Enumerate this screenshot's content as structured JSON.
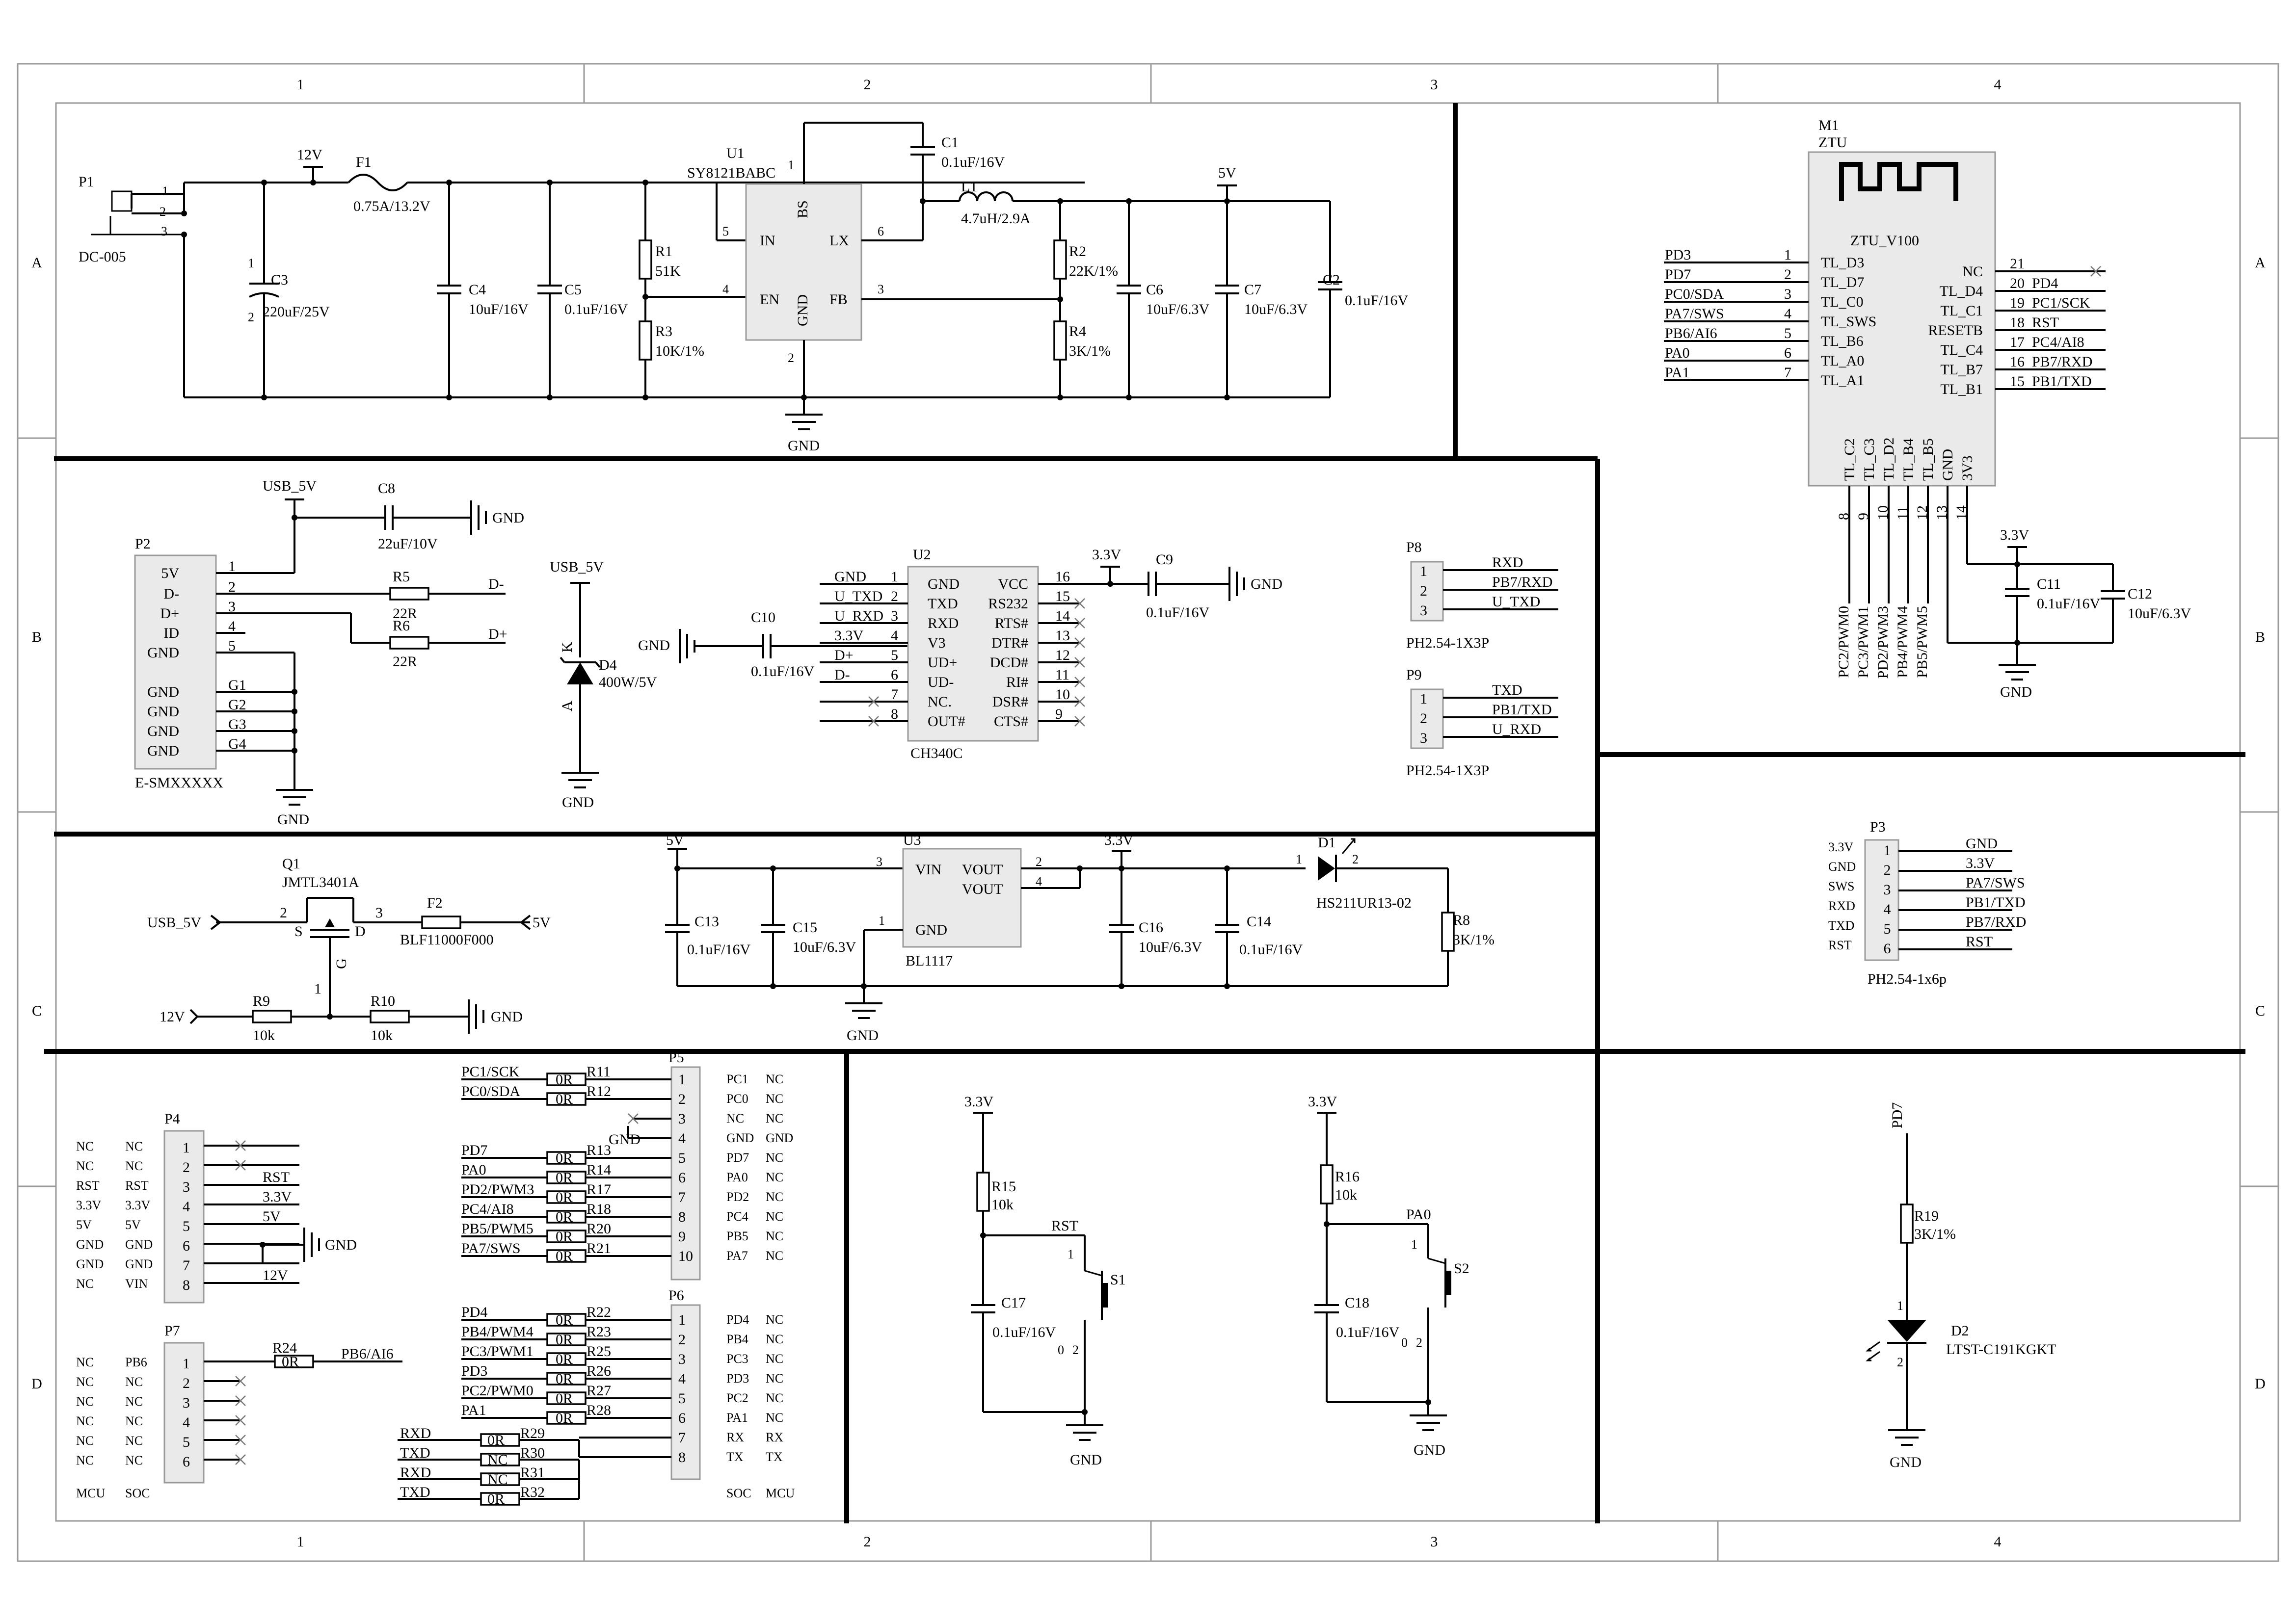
{
  "frame": {
    "columns": [
      "1",
      "2",
      "3",
      "4"
    ],
    "rows": [
      "A",
      "B",
      "C",
      "D"
    ]
  },
  "power": {
    "p1": {
      "ref": "P1",
      "name": "DC-005",
      "pins": [
        "1",
        "2",
        "3"
      ]
    },
    "net_12v": "12V",
    "f1": {
      "ref": "F1",
      "value": "0.75A/13.2V"
    },
    "c3": {
      "ref": "C3",
      "value": "220uF/25V",
      "pin1": "1",
      "pin2": "2"
    },
    "c4": {
      "ref": "C4",
      "value": "10uF/16V"
    },
    "c5": {
      "ref": "C5",
      "value": "0.1uF/16V"
    },
    "r1": {
      "ref": "R1",
      "value": "51K"
    },
    "r3": {
      "ref": "R3",
      "value": "10K/1%"
    },
    "u1": {
      "ref": "U1",
      "part": "SY8121BABC",
      "pins": {
        "in": "IN",
        "bs": "BS",
        "lx": "LX",
        "en": "EN",
        "gnd": "GND",
        "fb": "FB"
      },
      "nums": {
        "in": "5",
        "bs": "1",
        "lx": "6",
        "en": "4",
        "fb": "3",
        "gnd": "2"
      }
    },
    "c1": {
      "ref": "C1",
      "value": "0.1uF/16V"
    },
    "l1": {
      "ref": "L1",
      "value": "4.7uH/2.9A"
    },
    "r2": {
      "ref": "R2",
      "value": "22K/1%"
    },
    "r4": {
      "ref": "R4",
      "value": "3K/1%"
    },
    "c6": {
      "ref": "C6",
      "value": "10uF/6.3V"
    },
    "c7": {
      "ref": "C7",
      "value": "10uF/6.3V"
    },
    "c2": {
      "ref": "C2",
      "value": "0.1uF/16V"
    },
    "net_5v": "5V",
    "gnd": "GND"
  },
  "module": {
    "ref": "M1",
    "name": "ZTU",
    "part": "ZTU_V100",
    "left_pins": [
      {
        "net": "PD3",
        "num": "1",
        "pin": "TL_D3"
      },
      {
        "net": "PD7",
        "num": "2",
        "pin": "TL_D7"
      },
      {
        "net": "PC0/SDA",
        "num": "3",
        "pin": "TL_C0"
      },
      {
        "net": "PA7/SWS",
        "num": "4",
        "pin": "TL_SWS"
      },
      {
        "net": "PB6/AI6",
        "num": "5",
        "pin": "TL_B6"
      },
      {
        "net": "PA0",
        "num": "6",
        "pin": "TL_A0"
      },
      {
        "net": "PA1",
        "num": "7",
        "pin": "TL_A1"
      }
    ],
    "right_pins": [
      {
        "pin": "NC",
        "num": "21",
        "net": ""
      },
      {
        "pin": "TL_D4",
        "num": "20",
        "net": "PD4"
      },
      {
        "pin": "TL_C1",
        "num": "19",
        "net": "PC1/SCK"
      },
      {
        "pin": "RESETB",
        "num": "18",
        "net": "RST"
      },
      {
        "pin": "TL_C4",
        "num": "17",
        "net": "PC4/AI8"
      },
      {
        "pin": "TL_B7",
        "num": "16",
        "net": "PB7/RXD"
      },
      {
        "pin": "TL_B1",
        "num": "15",
        "net": "PB1/TXD"
      }
    ],
    "bottom_pins": [
      {
        "pin": "TL_C2",
        "num": "8",
        "net": "PC2/PWM0"
      },
      {
        "pin": "TL_C3",
        "num": "9",
        "net": "PC3/PWM1"
      },
      {
        "pin": "TL_D2",
        "num": "10",
        "net": "PD2/PWM3"
      },
      {
        "pin": "TL_B4",
        "num": "11",
        "net": "PB4/PWM4"
      },
      {
        "pin": "TL_B5",
        "num": "12",
        "net": "PB5/PWM5"
      },
      {
        "pin": "GND",
        "num": "13",
        "net": ""
      },
      {
        "pin": "3V3",
        "num": "14",
        "net": ""
      }
    ],
    "c11": {
      "ref": "C11",
      "value": "0.1uF/16V"
    },
    "c12": {
      "ref": "C12",
      "value": "10uF/6.3V"
    },
    "net_33": "3.3V",
    "gnd": "GND"
  },
  "usb": {
    "p2": {
      "ref": "P2",
      "name": "E-SMXXXXX",
      "pins": [
        "5V",
        "D-",
        "D+",
        "ID",
        "GND",
        "GND",
        "GND",
        "GND",
        "GND"
      ],
      "nums": [
        "1",
        "2",
        "3",
        "4",
        "5",
        "G1",
        "G2",
        "G3",
        "G4"
      ]
    },
    "net_usb5v": "USB_5V",
    "c8": {
      "ref": "C8",
      "value": "22uF/10V"
    },
    "r5": {
      "ref": "R5",
      "value": "22R"
    },
    "r6": {
      "ref": "R6",
      "value": "22R"
    },
    "net_dm": "D-",
    "net_dp": "D+",
    "d4": {
      "ref": "D4",
      "value": "400W/5V",
      "k": "K",
      "a": "A"
    },
    "c10": {
      "ref": "C10",
      "value": "0.1uF/16V"
    },
    "u2": {
      "ref": "U2",
      "part": "CH340C",
      "left": [
        {
          "net": "GND",
          "num": "1",
          "pin": "GND"
        },
        {
          "net": "U_TXD",
          "num": "2",
          "pin": "TXD"
        },
        {
          "net": "U_RXD",
          "num": "3",
          "pin": "RXD"
        },
        {
          "net": "3.3V",
          "num": "4",
          "pin": "V3"
        },
        {
          "net": "D+",
          "num": "5",
          "pin": "UD+"
        },
        {
          "net": "D-",
          "num": "6",
          "pin": "UD-"
        },
        {
          "net": "",
          "num": "7",
          "pin": "NC."
        },
        {
          "net": "",
          "num": "8",
          "pin": "OUT#"
        }
      ],
      "right": [
        {
          "pin": "VCC",
          "num": "16"
        },
        {
          "pin": "RS232",
          "num": "15"
        },
        {
          "pin": "RTS#",
          "num": "14"
        },
        {
          "pin": "DTR#",
          "num": "13"
        },
        {
          "pin": "DCD#",
          "num": "12"
        },
        {
          "pin": "RI#",
          "num": "11"
        },
        {
          "pin": "DSR#",
          "num": "10"
        },
        {
          "pin": "CTS#",
          "num": "9"
        }
      ]
    },
    "c9": {
      "ref": "C9",
      "value": "0.1uF/16V"
    },
    "net_33": "3.3V",
    "p8": {
      "ref": "P8",
      "part": "PH2.54-1X3P",
      "nets": [
        "RXD",
        "PB7/RXD",
        "U_TXD"
      ]
    },
    "p9": {
      "ref": "P9",
      "part": "PH2.54-1X3P",
      "nets": [
        "TXD",
        "PB1/TXD",
        "U_RXD"
      ]
    },
    "gnd": "GND"
  },
  "ldo": {
    "q1": {
      "ref": "Q1",
      "part": "JMTL3401A",
      "s": "S",
      "d": "D",
      "g": "G",
      "n2": "2",
      "n3": "3",
      "n1": "1"
    },
    "f2": {
      "ref": "F2",
      "part": "BLF11000F000"
    },
    "net_usb5v": "USB_5V",
    "net_5v": "5V",
    "net_12v": "12V",
    "r9": {
      "ref": "R9",
      "value": "10k"
    },
    "r10": {
      "ref": "R10",
      "value": "10k"
    },
    "u3": {
      "ref": "U3",
      "part": "BL1117",
      "vin": "VIN",
      "vout1": "VOUT",
      "vout2": "VOUT",
      "gnd": "GND",
      "n_vin": "3",
      "n_v1": "2",
      "n_v2": "4",
      "n_gnd": "1"
    },
    "c13": {
      "ref": "C13",
      "value": "0.1uF/16V"
    },
    "c15": {
      "ref": "C15",
      "value": "10uF/6.3V"
    },
    "c16": {
      "ref": "C16",
      "value": "10uF/6.3V"
    },
    "c14": {
      "ref": "C14",
      "value": "0.1uF/16V"
    },
    "d1": {
      "ref": "D1",
      "part": "HS211UR13-02",
      "n1": "1",
      "n2": "2"
    },
    "r8": {
      "ref": "R8",
      "value": "3K/1%"
    },
    "net_33": "3.3V",
    "gnd": "GND"
  },
  "p3": {
    "ref": "P3",
    "part": "PH2.54-1x6p",
    "rows": [
      {
        "side": "3.3V",
        "num": "1",
        "net": "GND"
      },
      {
        "side": "GND",
        "num": "2",
        "net": "3.3V"
      },
      {
        "side": "SWS",
        "num": "3",
        "net": "PA7/SWS"
      },
      {
        "side": "RXD",
        "num": "4",
        "net": "PB1/TXD"
      },
      {
        "side": "TXD",
        "num": "5",
        "net": "PB7/RXD"
      },
      {
        "side": "RST",
        "num": "6",
        "net": "RST"
      }
    ]
  },
  "headers": {
    "p4": {
      "ref": "P4",
      "rows": [
        {
          "mcu": "NC",
          "soc": "NC",
          "num": "1",
          "net": ""
        },
        {
          "mcu": "NC",
          "soc": "NC",
          "num": "2",
          "net": ""
        },
        {
          "mcu": "RST",
          "soc": "RST",
          "num": "3",
          "net": "RST"
        },
        {
          "mcu": "3.3V",
          "soc": "3.3V",
          "num": "4",
          "net": "3.3V"
        },
        {
          "mcu": "5V",
          "soc": "5V",
          "num": "5",
          "net": "5V"
        },
        {
          "mcu": "GND",
          "soc": "GND",
          "num": "6",
          "net": ""
        },
        {
          "mcu": "GND",
          "soc": "GND",
          "num": "7",
          "net": ""
        },
        {
          "mcu": "NC",
          "soc": "VIN",
          "num": "8",
          "net": "12V"
        }
      ],
      "gnd": "GND"
    },
    "p7": {
      "ref": "P7",
      "rows": [
        {
          "mcu": "NC",
          "soc": "PB6",
          "num": "1"
        },
        {
          "mcu": "NC",
          "soc": "NC",
          "num": "2"
        },
        {
          "mcu": "NC",
          "soc": "NC",
          "num": "3"
        },
        {
          "mcu": "NC",
          "soc": "NC",
          "num": "4"
        },
        {
          "mcu": "NC",
          "soc": "NC",
          "num": "5"
        },
        {
          "mcu": "NC",
          "soc": "NC",
          "num": "6"
        }
      ],
      "r24": {
        "ref": "R24",
        "value": "0R",
        "net": "PB6/AI6"
      },
      "mcu": "MCU",
      "soc": "SOC"
    },
    "p5": {
      "ref": "P5",
      "rows": [
        {
          "net": "PC1/SCK",
          "r": "R11",
          "v": "0R",
          "num": "1",
          "a": "PC1",
          "b": "NC"
        },
        {
          "net": "PC0/SDA",
          "r": "R12",
          "v": "0R",
          "num": "2",
          "a": "PC0",
          "b": "NC"
        },
        {
          "net": "",
          "r": "",
          "v": "",
          "num": "3",
          "a": "NC",
          "b": "NC"
        },
        {
          "net": "GND",
          "r": "",
          "v": "",
          "num": "4",
          "a": "GND",
          "b": "GND"
        },
        {
          "net": "PD7",
          "r": "R13",
          "v": "0R",
          "num": "5",
          "a": "PD7",
          "b": "NC"
        },
        {
          "net": "PA0",
          "r": "R14",
          "v": "0R",
          "num": "6",
          "a": "PA0",
          "b": "NC"
        },
        {
          "net": "PD2/PWM3",
          "r": "R17",
          "v": "0R",
          "num": "7",
          "a": "PD2",
          "b": "NC"
        },
        {
          "net": "PC4/AI8",
          "r": "R18",
          "v": "0R",
          "num": "8",
          "a": "PC4",
          "b": "NC"
        },
        {
          "net": "PB5/PWM5",
          "r": "R20",
          "v": "0R",
          "num": "9",
          "a": "PB5",
          "b": "NC"
        },
        {
          "net": "PA7/SWS",
          "r": "R21",
          "v": "0R",
          "num": "10",
          "a": "PA7",
          "b": "NC"
        }
      ]
    },
    "p6": {
      "ref": "P6",
      "rows": [
        {
          "net": "PD4",
          "r": "R22",
          "v": "0R",
          "num": "1",
          "a": "PD4",
          "b": "NC"
        },
        {
          "net": "PB4/PWM4",
          "r": "R23",
          "v": "0R",
          "num": "2",
          "a": "PB4",
          "b": "NC"
        },
        {
          "net": "PC3/PWM1",
          "r": "R25",
          "v": "0R",
          "num": "3",
          "a": "PC3",
          "b": "NC"
        },
        {
          "net": "PD3",
          "r": "R26",
          "v": "0R",
          "num": "4",
          "a": "PD3",
          "b": "NC"
        },
        {
          "net": "PC2/PWM0",
          "r": "R27",
          "v": "0R",
          "num": "5",
          "a": "PC2",
          "b": "NC"
        },
        {
          "net": "PA1",
          "r": "R28",
          "v": "0R",
          "num": "6",
          "a": "PA1",
          "b": "NC"
        },
        {
          "net": "",
          "r": "",
          "v": "",
          "num": "7",
          "a": "RX",
          "b": "RX"
        },
        {
          "net": "",
          "r": "",
          "v": "",
          "num": "8",
          "a": "TX",
          "b": "TX"
        }
      ],
      "bottom": [
        {
          "net": "RXD",
          "r": "R29",
          "v": "0R"
        },
        {
          "net": "TXD",
          "r": "R30",
          "v": "NC"
        },
        {
          "net": "RXD",
          "r": "R31",
          "v": "NC"
        },
        {
          "net": "TXD",
          "r": "R32",
          "v": "0R"
        }
      ],
      "soc": "SOC",
      "mcu": "MCU"
    }
  },
  "buttons": {
    "s1": {
      "ref": "S1",
      "r15": {
        "ref": "R15",
        "value": "10k"
      },
      "c17": {
        "ref": "C17",
        "value": "0.1uF/16V"
      },
      "net": "RST",
      "pwr": "3.3V",
      "gnd": "GND",
      "n1": "1",
      "n0": "0",
      "n2": "2"
    },
    "s2": {
      "ref": "S2",
      "r16": {
        "ref": "R16",
        "value": "10k"
      },
      "c18": {
        "ref": "C18",
        "value": "0.1uF/16V"
      },
      "net": "PA0",
      "pwr": "3.3V",
      "gnd": "GND",
      "n1": "1",
      "n0": "0",
      "n2": "2"
    }
  },
  "led": {
    "net": "PD7",
    "r19": {
      "ref": "R19",
      "value": "3K/1%"
    },
    "d2": {
      "ref": "D2",
      "part": "LTST-C191KGKT",
      "n1": "1",
      "n2": "2"
    },
    "gnd": "GND"
  }
}
